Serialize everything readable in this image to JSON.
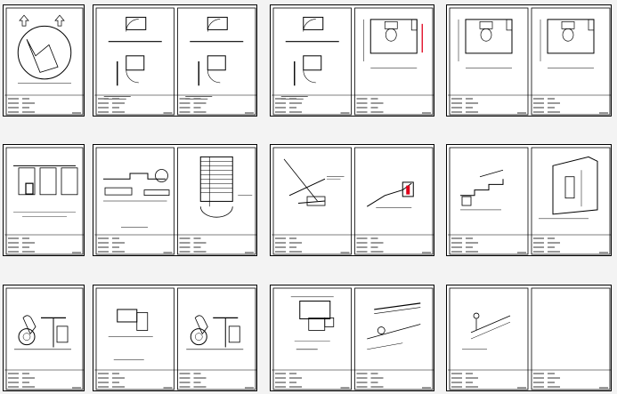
{
  "sheets": [
    {
      "panels": [
        {
          "drawing": "maneuvering-circle"
        }
      ]
    },
    {
      "panels": [
        {
          "drawing": "door-clearance"
        },
        {
          "drawing": "door-clearance"
        }
      ]
    },
    {
      "panels": [
        {
          "drawing": "door-clearance"
        },
        {
          "drawing": "toilet-plan-red"
        }
      ]
    },
    {
      "panels": [
        {
          "drawing": "toilet-plan"
        },
        {
          "drawing": "toilet-plan"
        }
      ]
    },
    {
      "panels": [
        {
          "drawing": "elevation-sinks"
        }
      ]
    },
    {
      "panels": [
        {
          "drawing": "counter-elevation"
        },
        {
          "drawing": "stair-plan"
        }
      ]
    },
    {
      "panels": [
        {
          "drawing": "ramp-section"
        },
        {
          "drawing": "ramp-detail"
        }
      ]
    },
    {
      "panels": [
        {
          "drawing": "step-detail"
        },
        {
          "drawing": "booth-iso"
        }
      ]
    },
    {
      "panels": [
        {
          "drawing": "wheelchair-table"
        }
      ]
    },
    {
      "panels": [
        {
          "drawing": "counter-small"
        },
        {
          "drawing": "wheelchair-table"
        }
      ]
    },
    {
      "panels": [
        {
          "drawing": "plan-detail"
        },
        {
          "drawing": "ramp-iso"
        }
      ]
    },
    {
      "panels": [
        {
          "drawing": "figure-ramp"
        },
        {
          "drawing": "blank"
        }
      ]
    }
  ],
  "colors": {
    "line": "#000000",
    "accent": "#e0001b",
    "page": "#ffffff",
    "background": "#f3f3f3"
  }
}
